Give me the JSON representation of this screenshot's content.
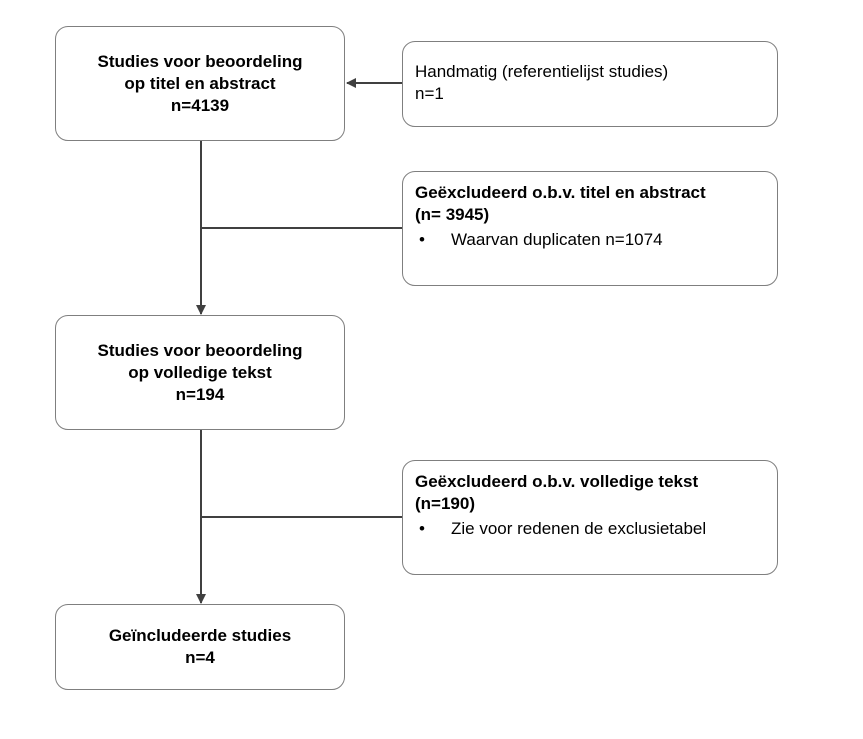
{
  "flow": {
    "box1": {
      "line1": "Studies voor beoordeling",
      "line2": "op titel en abstract",
      "line3": "n=4139"
    },
    "manual": {
      "line1": "Handmatig (referentielijst studies)",
      "line2": "n=1"
    },
    "excluded1": {
      "line1": "Geëxcludeerd o.b.v. titel en abstract",
      "line2": "(n= 3945)",
      "bullet": "•",
      "bullet_text": "Waarvan duplicaten n=1074"
    },
    "box2": {
      "line1": "Studies voor beoordeling",
      "line2": "op volledige tekst",
      "line3": "n=194"
    },
    "excluded2": {
      "line1": "Geëxcludeerd o.b.v. volledige tekst",
      "line2": "(n=190)",
      "bullet": "•",
      "bullet_text": "Zie voor redenen de exclusietabel"
    },
    "box3": {
      "line1": "Geïncludeerde studies",
      "line2": "n=4"
    }
  },
  "colors": {
    "line": "#404040",
    "border": "#7f7f7f"
  }
}
